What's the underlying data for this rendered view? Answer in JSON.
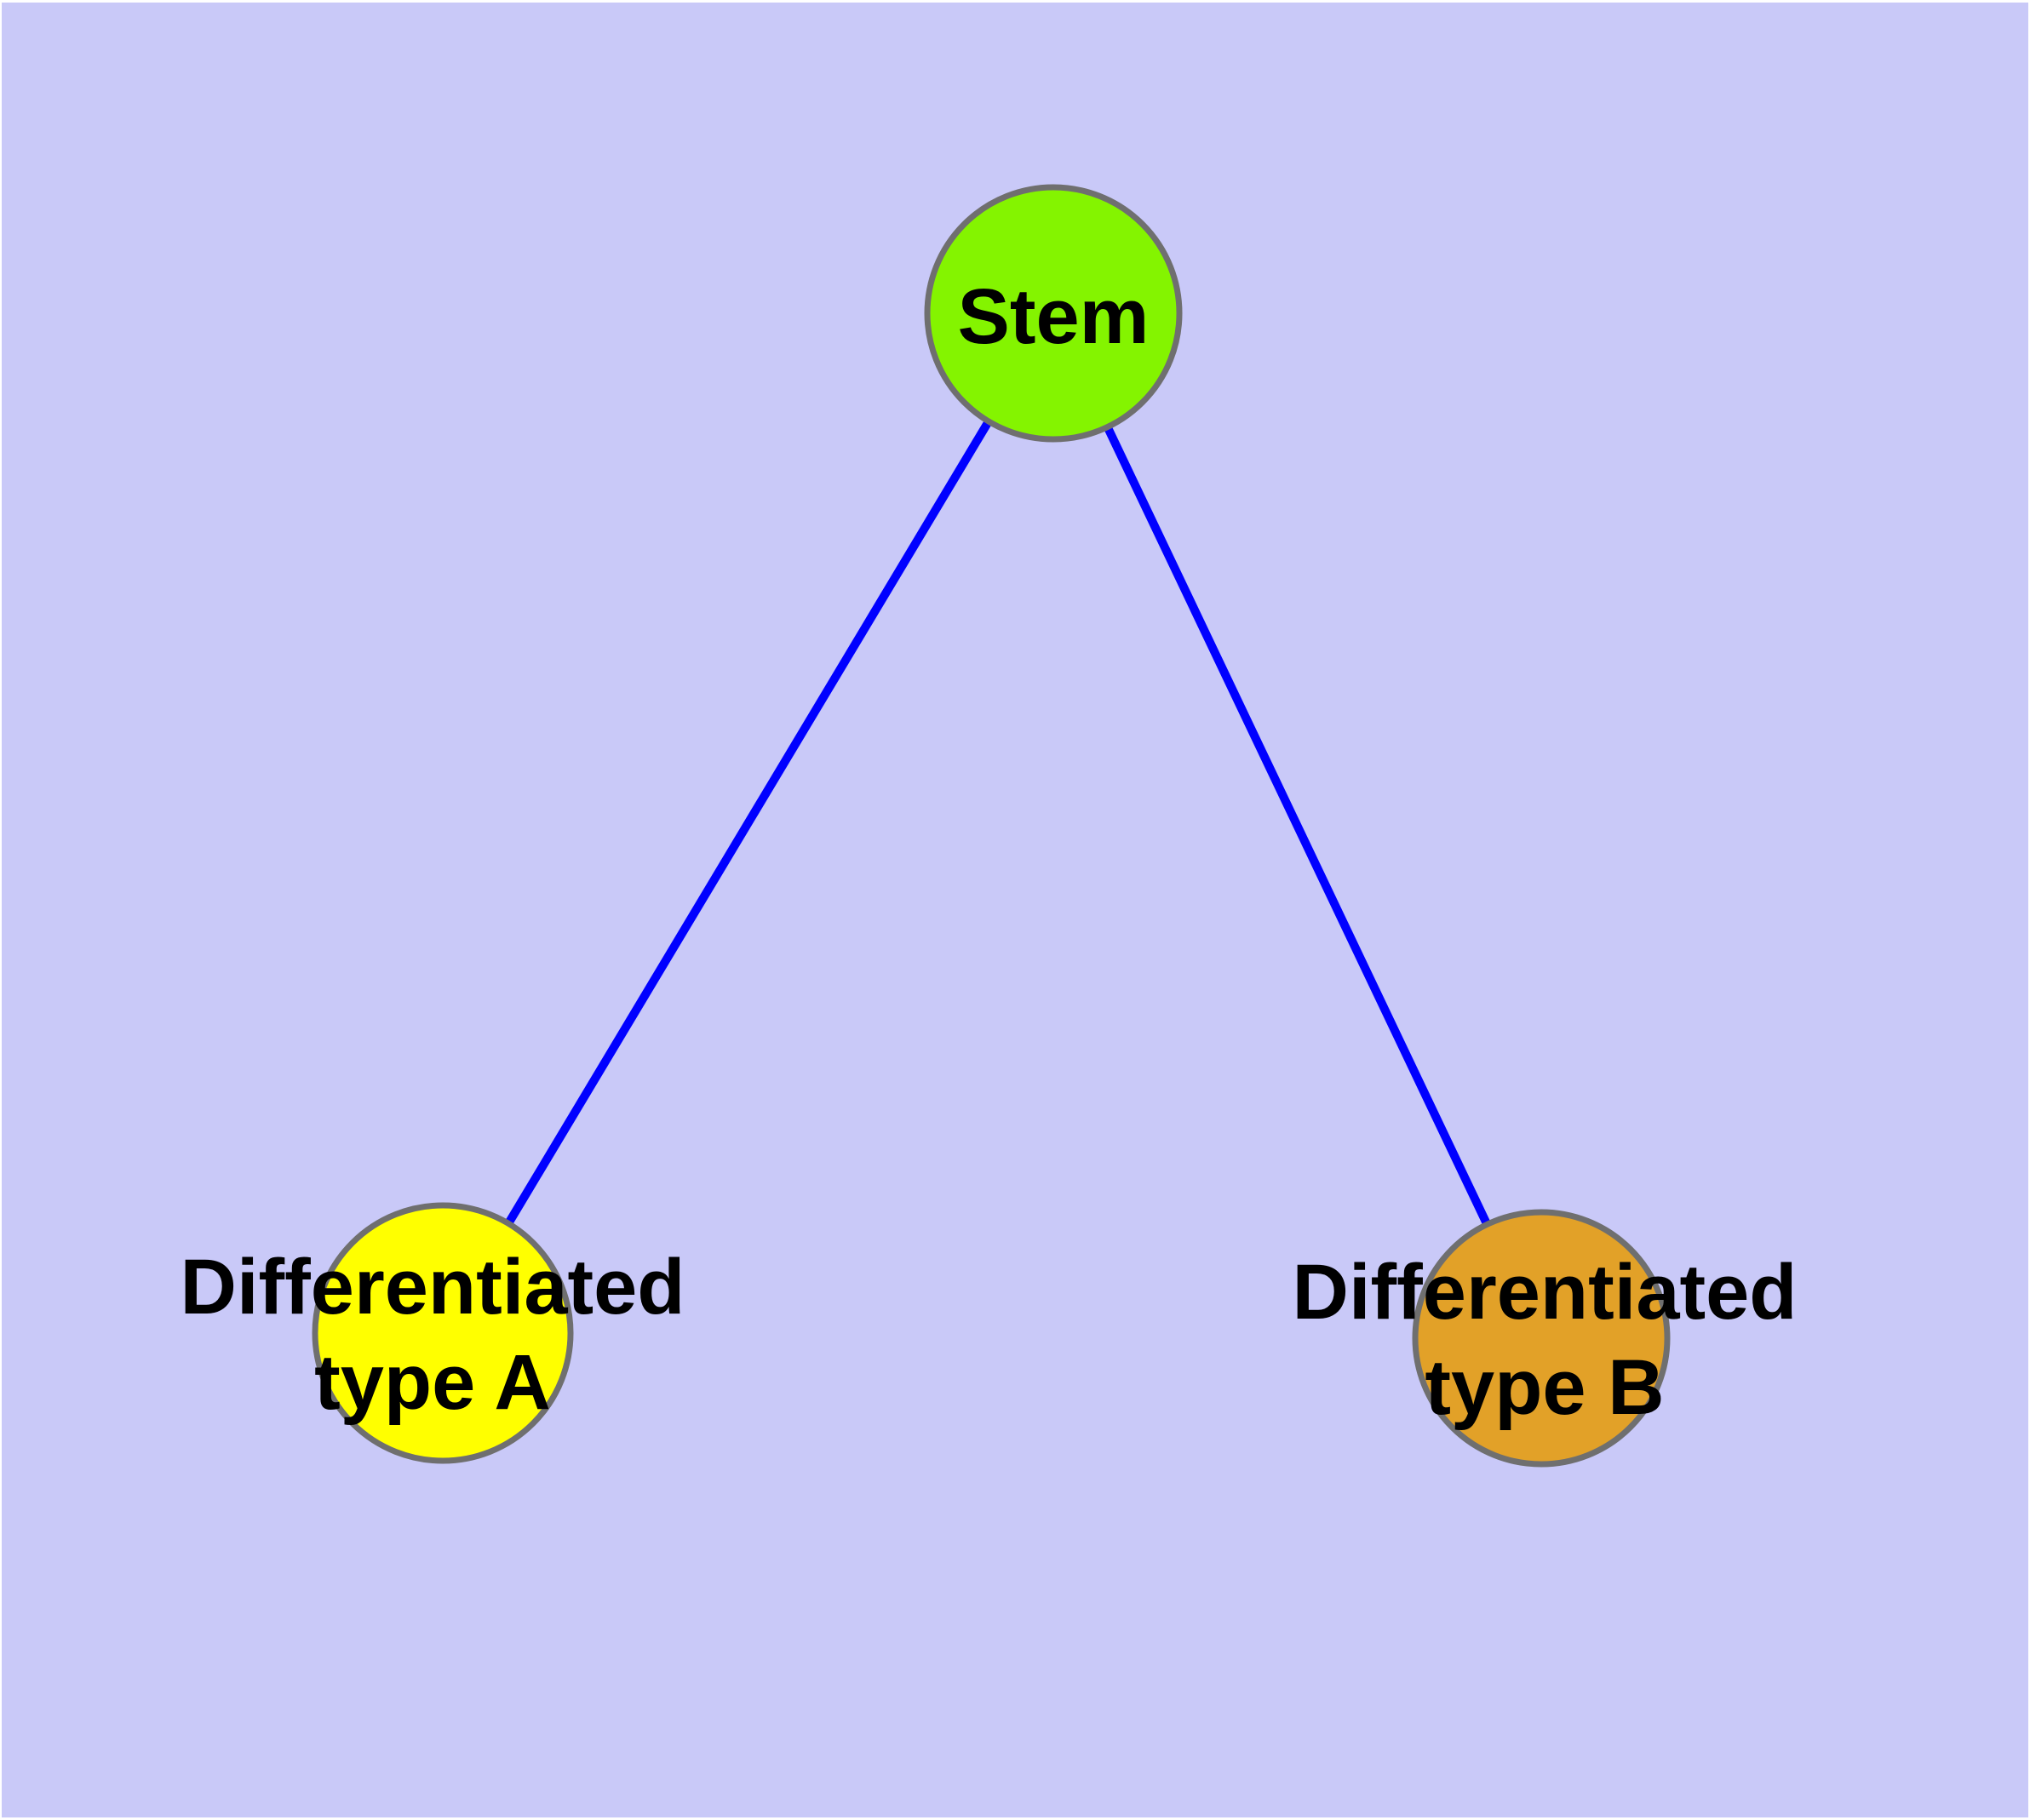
{
  "diagram": {
    "type": "graph",
    "background_color": "#C9C9F8",
    "edge_color": "#0000FF",
    "node_border_color": "#6F6F6F",
    "label_color": "#000000",
    "nodes": [
      {
        "id": "stem",
        "label": "Stem",
        "color": "#84F400"
      },
      {
        "id": "differentiated-type-a",
        "label": "Differentiated type A",
        "label_line1": "Differentiated",
        "label_line2": "type A",
        "color": "#FFFF00"
      },
      {
        "id": "differentiated-type-b",
        "label": "Differentiated type B",
        "label_line1": "Differentiated",
        "label_line2": "type B",
        "color": "#E2A128"
      }
    ],
    "edges": [
      {
        "from": "stem",
        "to": "differentiated-type-a"
      },
      {
        "from": "stem",
        "to": "differentiated-type-b"
      }
    ]
  }
}
